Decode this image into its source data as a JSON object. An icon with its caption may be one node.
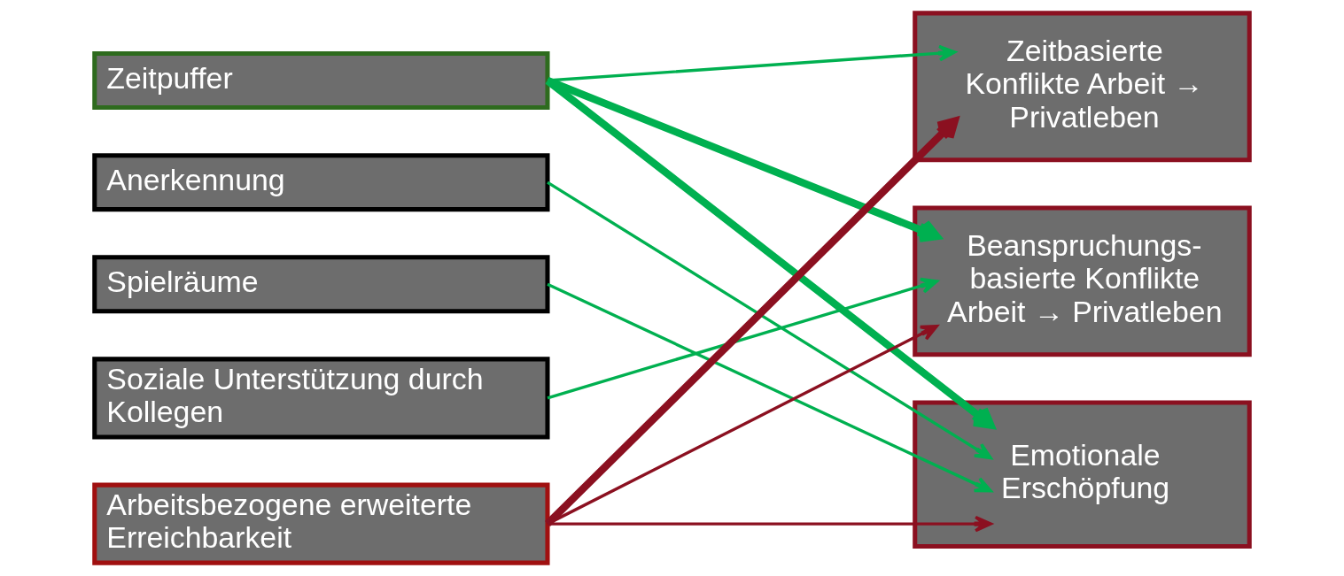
{
  "diagram": {
    "nodes": [
      {
        "text": [
          "Zeitpuffer"
        ]
      },
      {
        "text": [
          "Anerkennung"
        ]
      },
      {
        "text": [
          "Spielräume"
        ]
      },
      {
        "text": [
          "Soziale Unterstützung durch Kollegen"
        ]
      },
      {
        "text": [
          "Arbeitsbezogene erweiterte Erreichbarkeit"
        ]
      },
      {
        "text": [
          "Zeitbasierte Konflikte Arbeit → Privatleben"
        ]
      },
      {
        "text": [
          "Beanspruchungs- basierte Konflikte Arbeit → Privatleben"
        ]
      },
      {
        "text": [
          "Emotionale Erschöpfung"
        ]
      }
    ],
    "edges": [
      {
        "from": 0,
        "to": 5,
        "arrow": "to"
      },
      {
        "from": 0,
        "to": 6,
        "arrow": "to",
        "style": "thick"
      },
      {
        "from": 0,
        "to": 7,
        "arrow": "to",
        "style": "thick"
      },
      {
        "from": 1,
        "to": 7,
        "arrow": "to"
      },
      {
        "from": 2,
        "to": 7,
        "arrow": "to"
      },
      {
        "from": 3,
        "to": 6,
        "arrow": "to"
      },
      {
        "from": 4,
        "to": 5,
        "arrow": "to",
        "style": "thick",
        "color": "#8b1020"
      },
      {
        "from": 4,
        "to": 6,
        "arrow": "to",
        "color": "#8b1020"
      },
      {
        "from": 4,
        "to": 7,
        "arrow": "to",
        "color": "#8b1020"
      }
    ]
  }
}
